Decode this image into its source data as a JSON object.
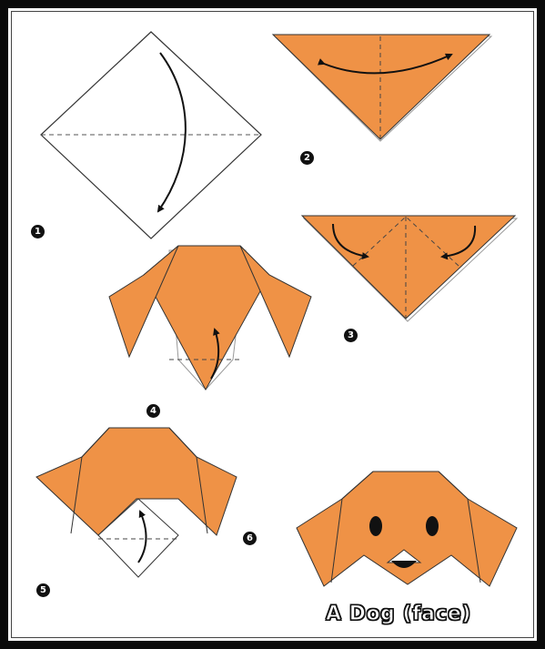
{
  "diagram": {
    "caption": "A Dog (face)",
    "steps": [
      "1",
      "2",
      "3",
      "4",
      "5",
      "6"
    ],
    "colors": {
      "paper": "#ef9246",
      "paper_back": "#ffffff",
      "outline": "#222222",
      "border": "#0a0a0a"
    }
  }
}
